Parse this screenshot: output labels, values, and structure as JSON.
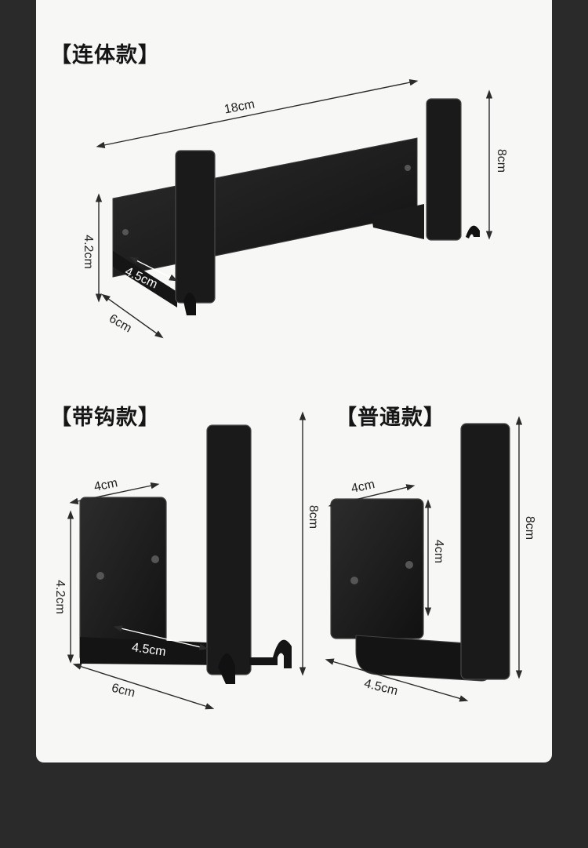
{
  "sections": {
    "one_piece": {
      "title": "【连体款】",
      "dims": {
        "length": "18cm",
        "height": "8cm",
        "plate_height": "4.2cm",
        "inner_depth": "4.5cm",
        "depth": "6cm"
      }
    },
    "with_hook": {
      "title": "【带钩款】",
      "dims": {
        "width": "4cm",
        "plate_height": "4.2cm",
        "inner_depth": "4.5cm",
        "depth": "6cm",
        "height": "8cm"
      }
    },
    "standard": {
      "title": "【普通款】",
      "dims": {
        "width": "4cm",
        "plate_height": "4cm",
        "height": "8cm",
        "depth": "4.5cm"
      }
    }
  },
  "colors": {
    "background": "#2a2a2a",
    "card": "#f7f7f5",
    "product": "#1b1b1b",
    "dim_line": "#2b2b2b"
  }
}
